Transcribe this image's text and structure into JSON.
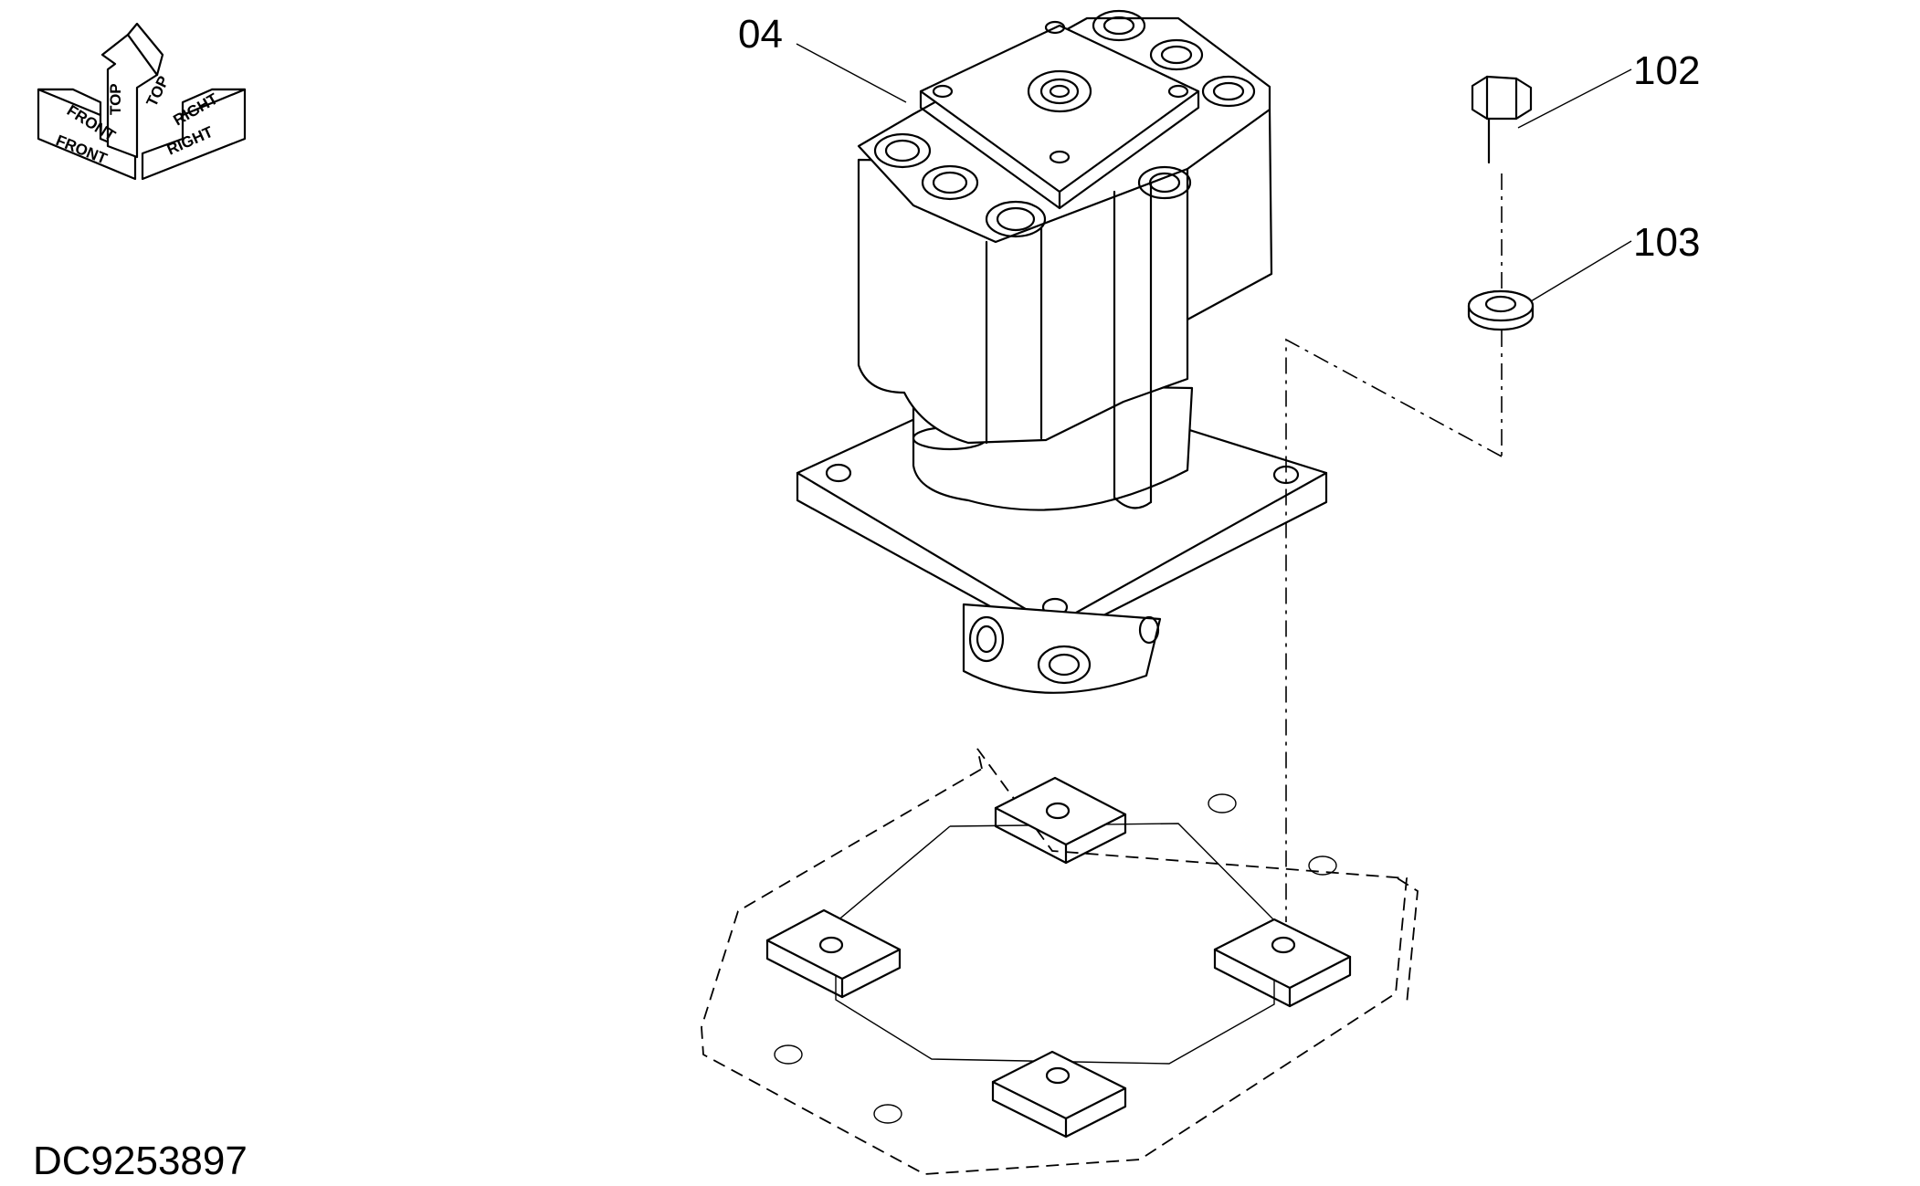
{
  "callouts": {
    "pump": "04",
    "bolt": "102",
    "washer": "103"
  },
  "document_id": "DC9253897",
  "orientation": {
    "top": "TOP",
    "front": "FRONT",
    "right": "RIGHT"
  },
  "colors": {
    "line": "#000000",
    "background": "#ffffff"
  }
}
